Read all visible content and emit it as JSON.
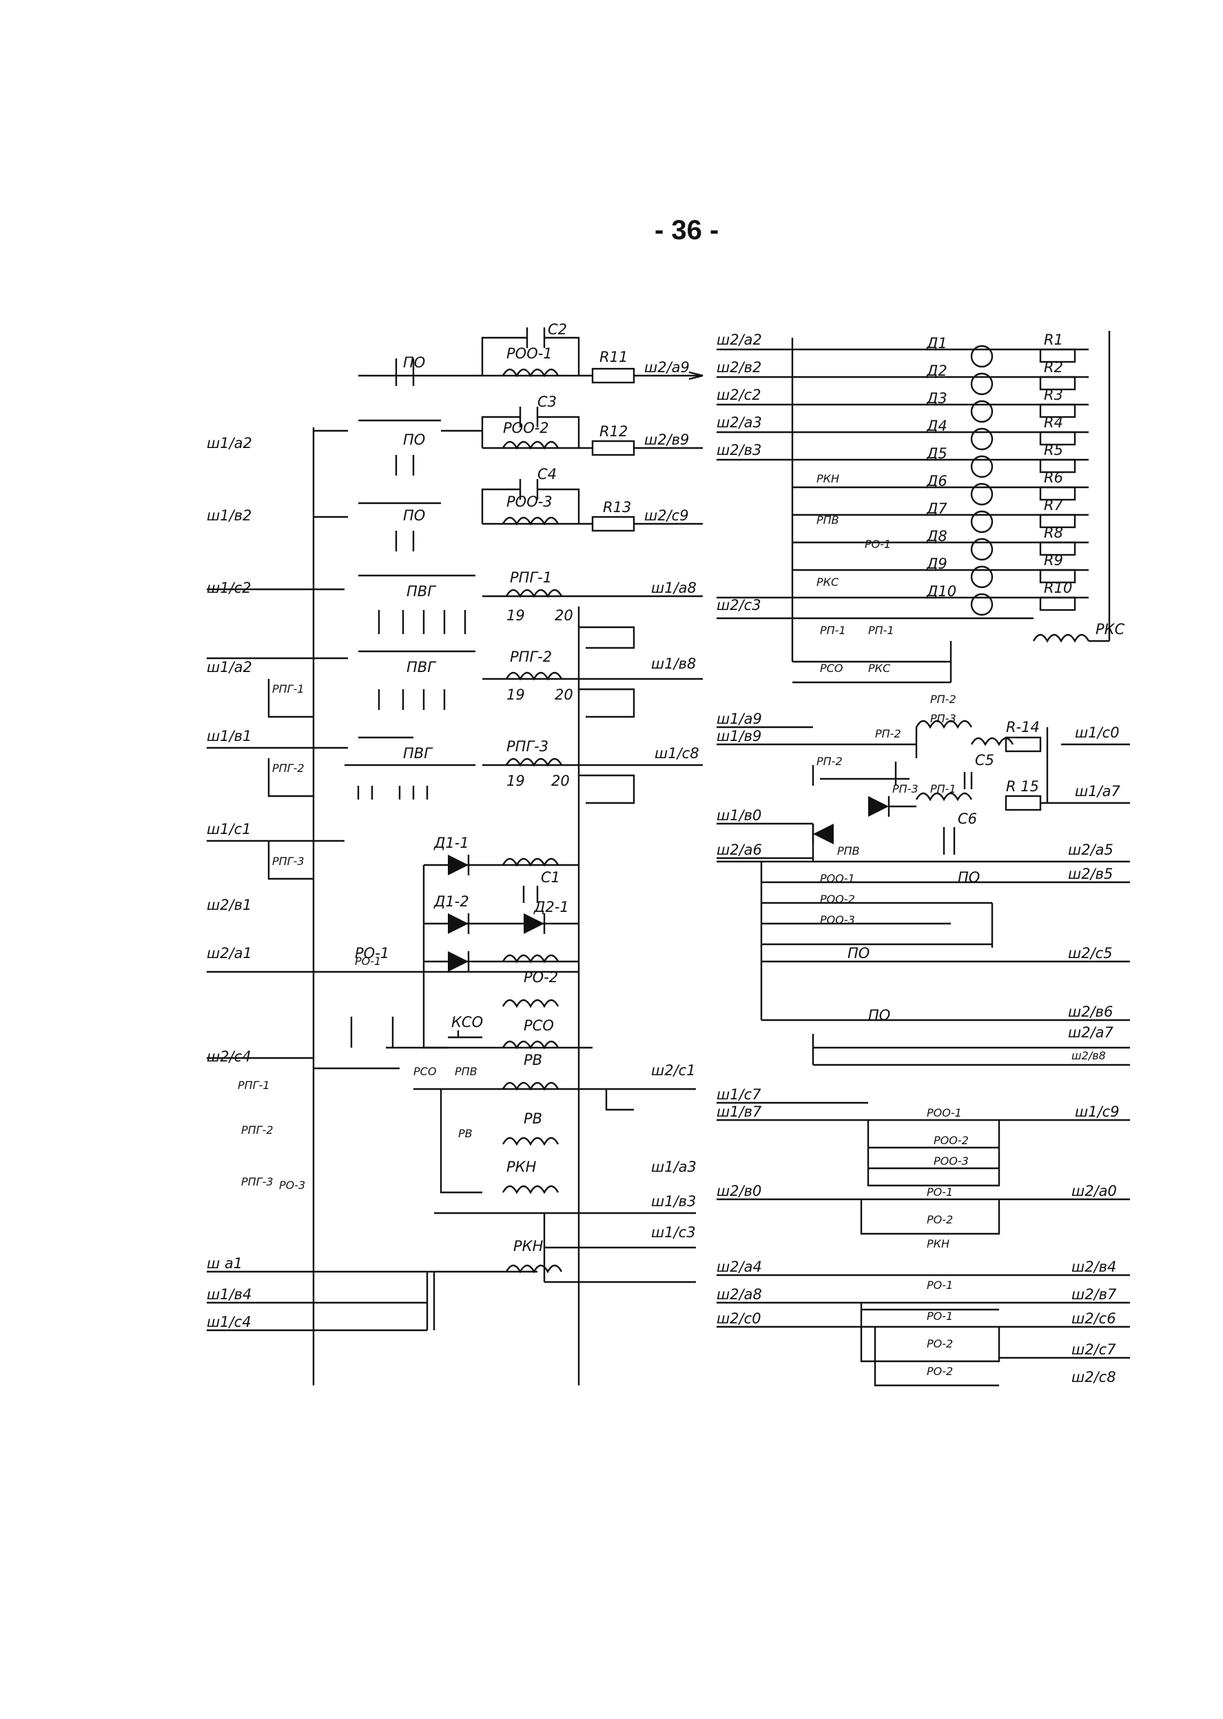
{
  "page_number": "- 36 -",
  "left_panel": {
    "inputs": [
      "ш1/а2",
      "ш1/в2",
      "ш1/с2",
      "ш1/а2",
      "ш1/в1",
      "ш1/с1",
      "ш2/в1",
      "ш2/а1",
      "ш2/с4"
    ],
    "rows": [
      {
        "contact": "ПО",
        "relay": "РОО-1",
        "capacitor": "С2",
        "resistor": "R11",
        "output": "ш2/а9"
      },
      {
        "contact": "ПО",
        "relay": "РОО-2",
        "capacitor": "С3",
        "resistor": "R12",
        "output": "ш2/в9"
      },
      {
        "contact": "ПО",
        "relay": "РОО-3",
        "capacitor": "С4",
        "resistor": "R13",
        "output": "ш2/с9"
      },
      {
        "contact": "ПВГ",
        "relay": "РПГ-1",
        "output": "ш1/а8",
        "pin_a": "19",
        "pin_b": "20"
      },
      {
        "contact": "ПВГ",
        "relay": "РПГ-2",
        "output": "ш1/в8",
        "pin_a": "19",
        "pin_b": "20"
      },
      {
        "contact": "ПВГ",
        "relay": "РПГ-3",
        "output": "ш1/с8",
        "pin_a": "19",
        "pin_b": "20"
      }
    ],
    "diodes": [
      "Д1-1",
      "Д1-2",
      "Д2-1"
    ],
    "capacitor_c1": "С1",
    "relays": [
      "РО-1",
      "РО-2",
      "РСО",
      "РВ",
      "РВ",
      "РКН",
      "РКН"
    ],
    "kso": "КСО",
    "outputs_bottom": [
      "ш2/с1",
      "ш1/а3",
      "ш1/в3",
      "ш1/с3"
    ],
    "side_labels": [
      "РПГ-1",
      "РПГ-2",
      "РПГ-3",
      "РПГ-1",
      "РПГ-2",
      "РПГ-3",
      "РО-1",
      "РСО",
      "РПВ",
      "РВ",
      "РО-3"
    ],
    "bottom_inputs": [
      "ш а1",
      "ш1/в4",
      "ш1/с4"
    ]
  },
  "right_panel": {
    "leds": [
      {
        "diode": "Д1",
        "resistor": "R1",
        "input": "ш2/а2"
      },
      {
        "diode": "Д2",
        "resistor": "R2",
        "input": "ш2/в2"
      },
      {
        "diode": "Д3",
        "resistor": "R3",
        "input": "ш2/с2"
      },
      {
        "diode": "Д4",
        "resistor": "R4",
        "input": "ш2/а3"
      },
      {
        "diode": "Д5",
        "resistor": "R5",
        "input": "ш2/в3"
      },
      {
        "diode": "Д6",
        "resistor": "R6",
        "input": ""
      },
      {
        "diode": "Д7",
        "resistor": "R7",
        "input": ""
      },
      {
        "diode": "Д8",
        "resistor": "R8",
        "input": ""
      },
      {
        "diode": "Д9",
        "resistor": "R9",
        "input": ""
      },
      {
        "diode": "Д10",
        "resistor": "R10",
        "input": "ш2/с3"
      }
    ],
    "contacts_top": [
      "РКН",
      "РПВ",
      "РО-1",
      "РКС",
      "РП-1",
      "РП-1",
      "РСО",
      "РКС"
    ],
    "rkc_coil": "РКС",
    "mid_inputs": [
      "ш1/а9",
      "ш1/в9",
      "ш1/в0",
      "ш2/а6"
    ],
    "mid_relays": [
      "РП-2",
      "РП-3",
      "РП-1",
      "РП-2",
      "РП-2",
      "РПВ",
      "РП-3"
    ],
    "mid_resistors": [
      "R-14",
      "R 15"
    ],
    "mid_caps": [
      "С5",
      "С6"
    ],
    "mid_outputs": [
      "ш1/с0",
      "ш1/а7"
    ],
    "lower_outputs": [
      "ш2/а5",
      "ш2/в5",
      "ш2/с5",
      "ш2/в6",
      "ш2/а7",
      "ш2/в8"
    ],
    "lower_labels": [
      "РОО-1",
      "РОО-2",
      "РОО-3",
      "ПО",
      "ПО",
      "ПО"
    ],
    "bottom_inputs": [
      "ш1/с7",
      "ш1/в7",
      "ш2/в0",
      "ш2/а4",
      "ш2/а8",
      "ш2/с0"
    ],
    "bottom_outputs": [
      "ш1/с9",
      "ш2/а0",
      "ш2/в4",
      "ш2/в7",
      "ш2/с6",
      "ш2/с7",
      "ш2/с8"
    ],
    "bottom_labels": [
      "РОО-1",
      "РОО-2",
      "РОО-3",
      "РО-1",
      "РО-2",
      "РКН",
      "РО-1",
      "РО-1",
      "РО-2",
      "РО-2"
    ]
  }
}
